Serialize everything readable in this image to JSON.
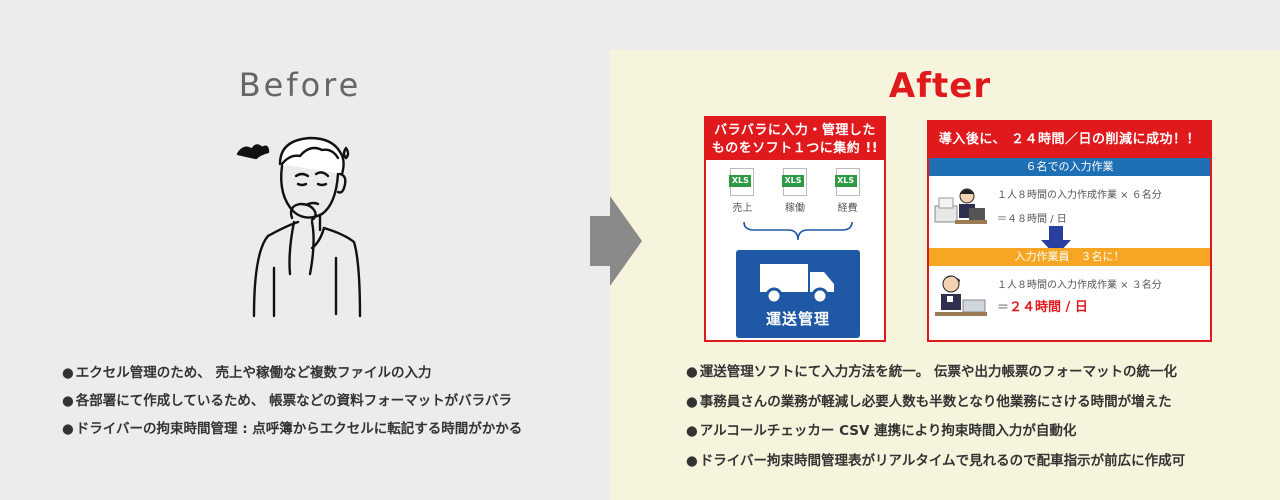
{
  "before": {
    "title": "Before",
    "bullets": [
      "エクセル管理のため、 売上や稼働など複数ファイルの入力",
      "各部署にて作成しているため、 帳票などの資料フォーマットがバラバラ",
      "ドライバーの拘束時間管理 : 点呼簿からエクセルに転記する時間がかかる"
    ]
  },
  "after": {
    "title": "After",
    "box1": {
      "heading_line1": "バラバラに入力・管理した",
      "heading_line2": "ものをソフト１つに集約 !!",
      "files": [
        {
          "icon_text": "XLS",
          "label": "売上"
        },
        {
          "icon_text": "XLS",
          "label": "稼働"
        },
        {
          "icon_text": "XLS",
          "label": "経費"
        }
      ],
      "card_label": "運送管理"
    },
    "box2": {
      "heading": "導入後に、 ２４時間／日の削減に成功！！",
      "blue_bar": "６名での入力作業",
      "line1": "１人８時間の入力作成作業 × ６名分",
      "line2": "＝４８時間 / 日",
      "orange_bar": "入力作業員　３名に！",
      "line3": "１人８時間の入力作成作業 × ３名分",
      "result_prefix": "＝",
      "result": "２４時間 / 日"
    },
    "bullets": [
      "運送管理ソフトにて入力方法を統一。 伝票や出力帳票のフォーマットの統一化",
      "事務員さんの業務が軽減し必要人数も半数となり他業務にさける時間が増えた",
      "アルコールチェッカー CSV 連携により拘束時間入力が自動化",
      "ドライバー拘束時間管理表がリアルタイムで見れるので配車指示が前広に作成可"
    ]
  },
  "colors": {
    "accent_red": "#e0191d",
    "blue": "#1f58a4",
    "orange": "#f6a623",
    "after_bg": "#f6f4dc",
    "before_bg": "#ececec"
  }
}
